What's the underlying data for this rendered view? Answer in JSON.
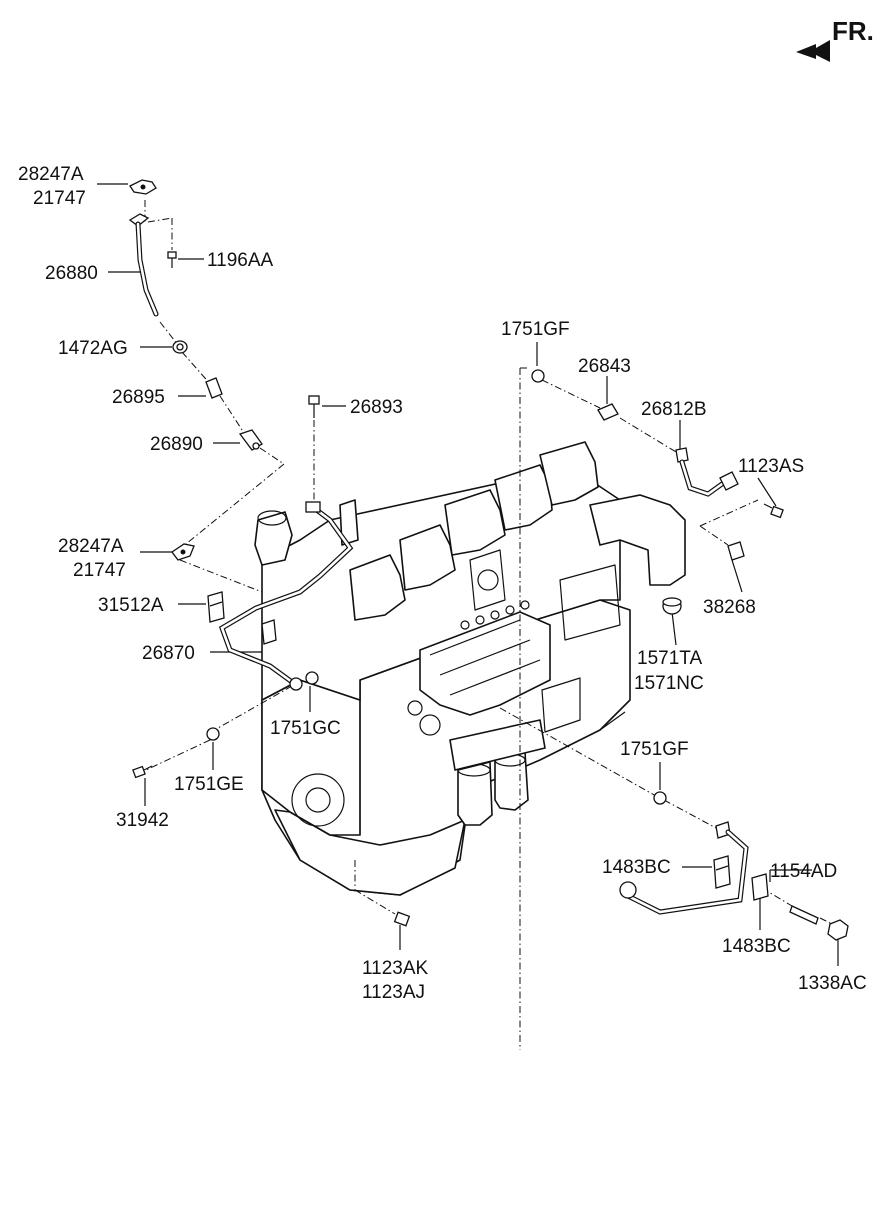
{
  "direction_label": "FR.",
  "labels": {
    "p28247A_top": "28247A",
    "p21747_top": "21747",
    "p1196AA": "1196AA",
    "p26880": "26880",
    "p1472AG": "1472AG",
    "p26895": "26895",
    "p26893": "26893",
    "p26890": "26890",
    "p1751GF_top": "1751GF",
    "p26843": "26843",
    "p26812B": "26812B",
    "p1123AS": "1123AS",
    "p28247A_mid": "28247A",
    "p21747_mid": "21747",
    "p31512A": "31512A",
    "p38268": "38268",
    "p26870": "26870",
    "p1571TA": "1571TA",
    "p1571NC": "1571NC",
    "p1751GC": "1751GC",
    "p1751GF_mid": "1751GF",
    "p1751GE": "1751GE",
    "p31942": "31942",
    "p1483BC_left": "1483BC",
    "p1154AD": "1154AD",
    "p1483BC_right": "1483BC",
    "p1123AK": "1123AK",
    "p1123AJ": "1123AJ",
    "p1338AC": "1338AC"
  }
}
